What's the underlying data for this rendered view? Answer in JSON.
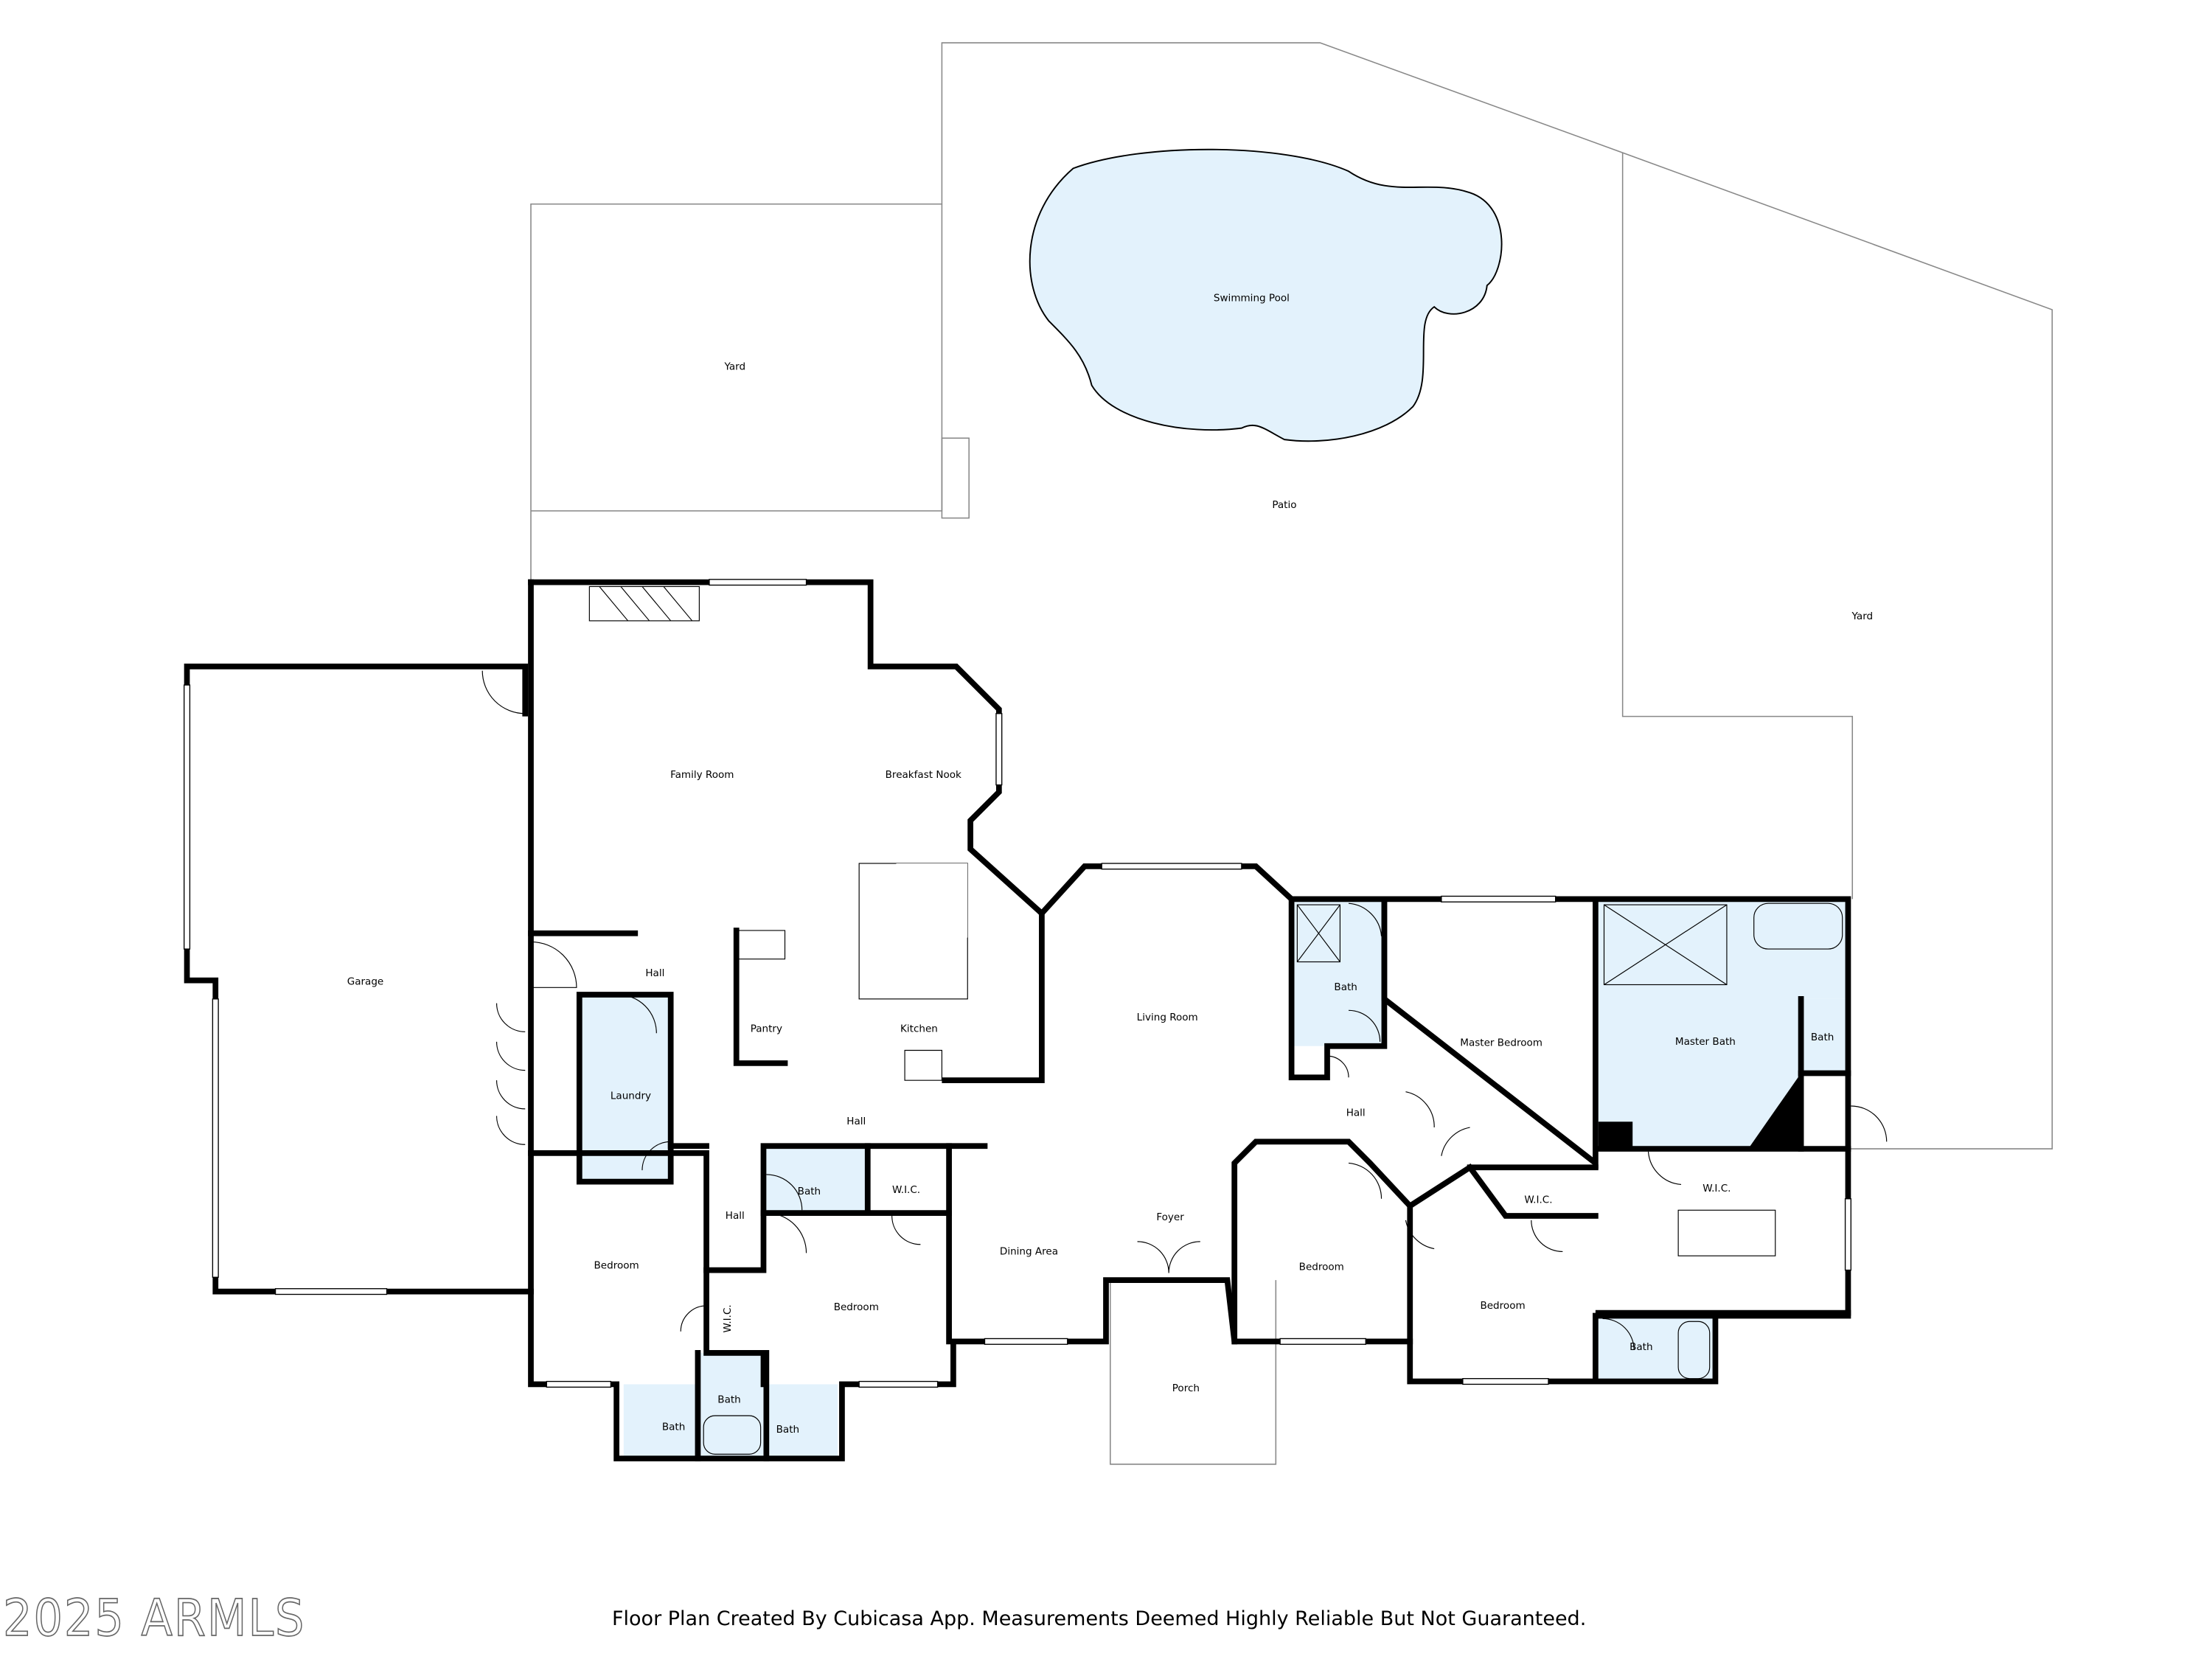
{
  "rooms": {
    "yard_left": "Yard",
    "swimming_pool": "Swimming Pool",
    "patio": "Patio",
    "yard_right": "Yard",
    "family_room": "Family Room",
    "breakfast_nook": "Breakfast Nook",
    "garage": "Garage",
    "hall_1": "Hall",
    "pantry": "Pantry",
    "kitchen": "Kitchen",
    "living_room": "Living Room",
    "bath_1": "Bath",
    "master_bedroom": "Master Bedroom",
    "master_bath": "Master Bath",
    "bath_2": "Bath",
    "laundry": "Laundry",
    "hall_2": "Hall",
    "hall_3": "Hall",
    "bath_3": "Bath",
    "wic_1": "W.I.C.",
    "hall_4": "Hall",
    "foyer": "Foyer",
    "wic_2": "W.I.C.",
    "wic_3": "W.I.C.",
    "bedroom_1": "Bedroom",
    "bedroom_2": "Bedroom",
    "dining_area": "Dining Area",
    "bedroom_3": "Bedroom",
    "bedroom_4": "Bedroom",
    "wic_4": "W.I.C.",
    "bath_4": "Bath",
    "bath_5": "Bath",
    "bath_6": "Bath",
    "bath_7": "Bath",
    "porch": "Porch"
  },
  "colors": {
    "wet_room_fill": "#e3f2fc",
    "pool_fill": "#e3f2fc",
    "wall": "#000000"
  },
  "watermark": "2025 ARMLS",
  "footer": "Floor Plan Created By Cubicasa App. Measurements Deemed Highly Reliable But Not Guaranteed."
}
